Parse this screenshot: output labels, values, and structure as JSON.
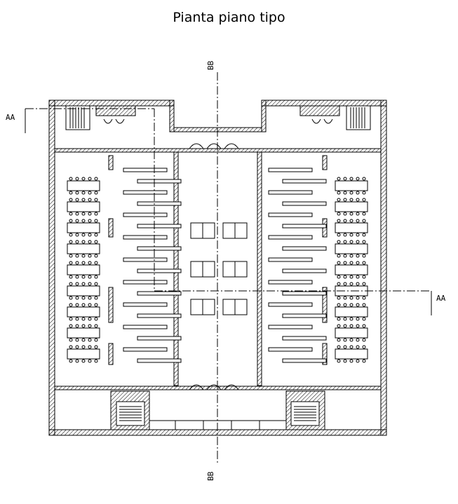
{
  "title": "Pianta piano tipo",
  "sections": {
    "aa_left": "AA",
    "aa_right": "AA",
    "bb_top": "BB",
    "bb_bottom": "BB"
  },
  "colors": {
    "line": "#000000",
    "background": "#ffffff"
  }
}
